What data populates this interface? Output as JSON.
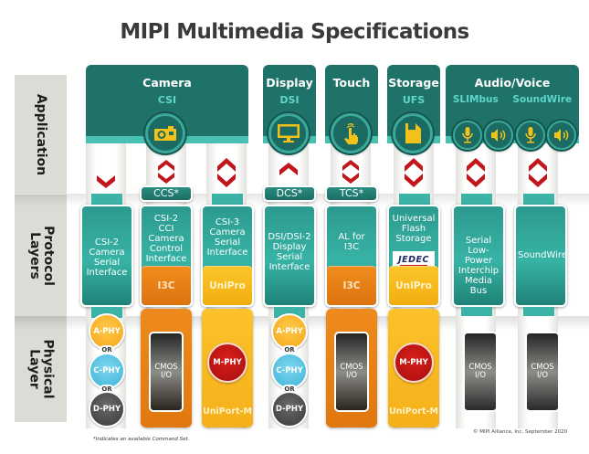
{
  "title": "MIPI Multimedia Specifications",
  "layers": {
    "application": "Application",
    "protocol_line1": "Protocol",
    "protocol_line2": "Layers",
    "physical_line1": "Physical",
    "physical_line2": "Layer"
  },
  "headers": [
    {
      "label": "Camera",
      "sub": "CSI",
      "icon": "camera-icon"
    },
    {
      "label": "Display",
      "sub": "DSI",
      "icon": "monitor-icon"
    },
    {
      "label": "Touch",
      "sub": "",
      "icon": "touch-hand-icon"
    },
    {
      "label": "Storage",
      "sub": "UFS",
      "icon": "sd-card-icon"
    },
    {
      "label": "Audio/Voice",
      "subs": [
        "SLIMbus",
        "SoundWire"
      ],
      "icons": [
        "microphone-icon",
        "speaker-icon",
        "microphone-icon",
        "speaker-icon"
      ]
    }
  ],
  "command_sets": [
    "CCS*",
    "DCS*",
    "TCS*"
  ],
  "protocol": [
    {
      "lines": [
        "CSI-2",
        "Camera",
        "Serial",
        "Interface"
      ]
    },
    {
      "lines": [
        "CSI-2",
        "CCI",
        "Camera",
        "Control",
        "Interface"
      ],
      "lower": "I3C"
    },
    {
      "lines": [
        "CSI-3",
        "Camera",
        "Serial",
        "Interface"
      ],
      "lower": "UniPro"
    },
    {
      "lines": [
        "DSI/DSI-2",
        "Display",
        "Serial",
        "Interface"
      ]
    },
    {
      "lines": [
        "AL for",
        "I3C"
      ],
      "lower": "I3C"
    },
    {
      "lines": [
        "Universal",
        "Flash",
        "Storage"
      ],
      "logo": "JEDEC",
      "lower": "UniPro"
    },
    {
      "lines": [
        "Serial",
        "Low-Power",
        "Interchip",
        "Media Bus"
      ]
    },
    {
      "lines": [
        "SoundWire"
      ]
    }
  ],
  "physical": {
    "phy_a": "A-PHY",
    "phy_c": "C-PHY",
    "phy_d": "D-PHY",
    "phy_m": "M-PHY",
    "or": "OR",
    "cmos_line1": "CMOS",
    "cmos_line2": "I/O",
    "uniport": "UniPort-M"
  },
  "footnote": "*Indicates an available Command Set.",
  "copyright": "© MIPI Alliance, Inc. September 2020",
  "colors": {
    "header_teal": "#1f7268",
    "protocol_teal": "#2c9a8e",
    "i3c_orange": "#f08c1c",
    "unipro_yellow": "#fbc62a",
    "arrow_red": "#c0161c",
    "mphy_red": "#c4151a",
    "aphy": "#f4a619",
    "cphy": "#3db4d8",
    "dphy": "#3a3a3a"
  }
}
